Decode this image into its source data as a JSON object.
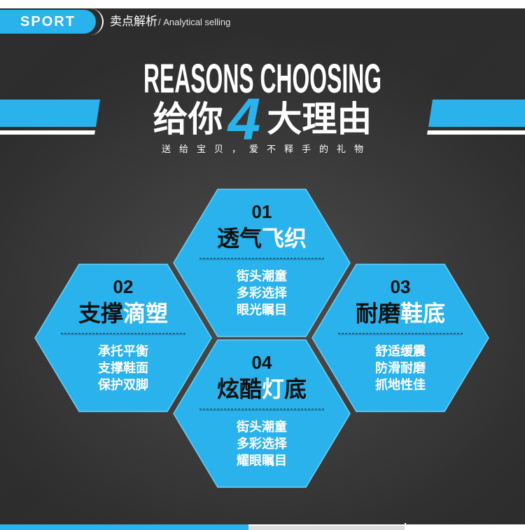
{
  "header": {
    "badge": "SPORT",
    "section_title": "卖点解析",
    "section_subtitle": "/ Analytical selling"
  },
  "hero": {
    "title_en": "REASONS CHOOSING",
    "title_cn_prefix": "给你",
    "title_cn_number": "4",
    "title_cn_suffix": "大理由",
    "tagline": "送给宝贝，爱不释手的礼物"
  },
  "reasons": [
    {
      "number": "01",
      "title_dark": "透气",
      "title_light": "飞织",
      "title_tail": "",
      "points": [
        "街头潮童",
        "多彩选择",
        "眼光瞩目"
      ]
    },
    {
      "number": "02",
      "title_dark": "支撑",
      "title_light": "滴塑",
      "title_tail": "",
      "points": [
        "承托平衡",
        "支撑鞋面",
        "保护双脚"
      ]
    },
    {
      "number": "03",
      "title_dark": "耐磨",
      "title_light": "鞋底",
      "title_tail": "",
      "points": [
        "舒适缓震",
        "防滑耐磨",
        "抓地性佳"
      ]
    },
    {
      "number": "04",
      "title_dark": "炫酷",
      "title_light": "灯",
      "title_tail": "底",
      "points": [
        "街头潮童",
        "多彩选择",
        "耀眼瞩目"
      ]
    }
  ],
  "colors": {
    "accent": "#2ab2ec",
    "dark_text": "#111111",
    "light_text": "#ffffff",
    "background": "#3c3c3c"
  }
}
